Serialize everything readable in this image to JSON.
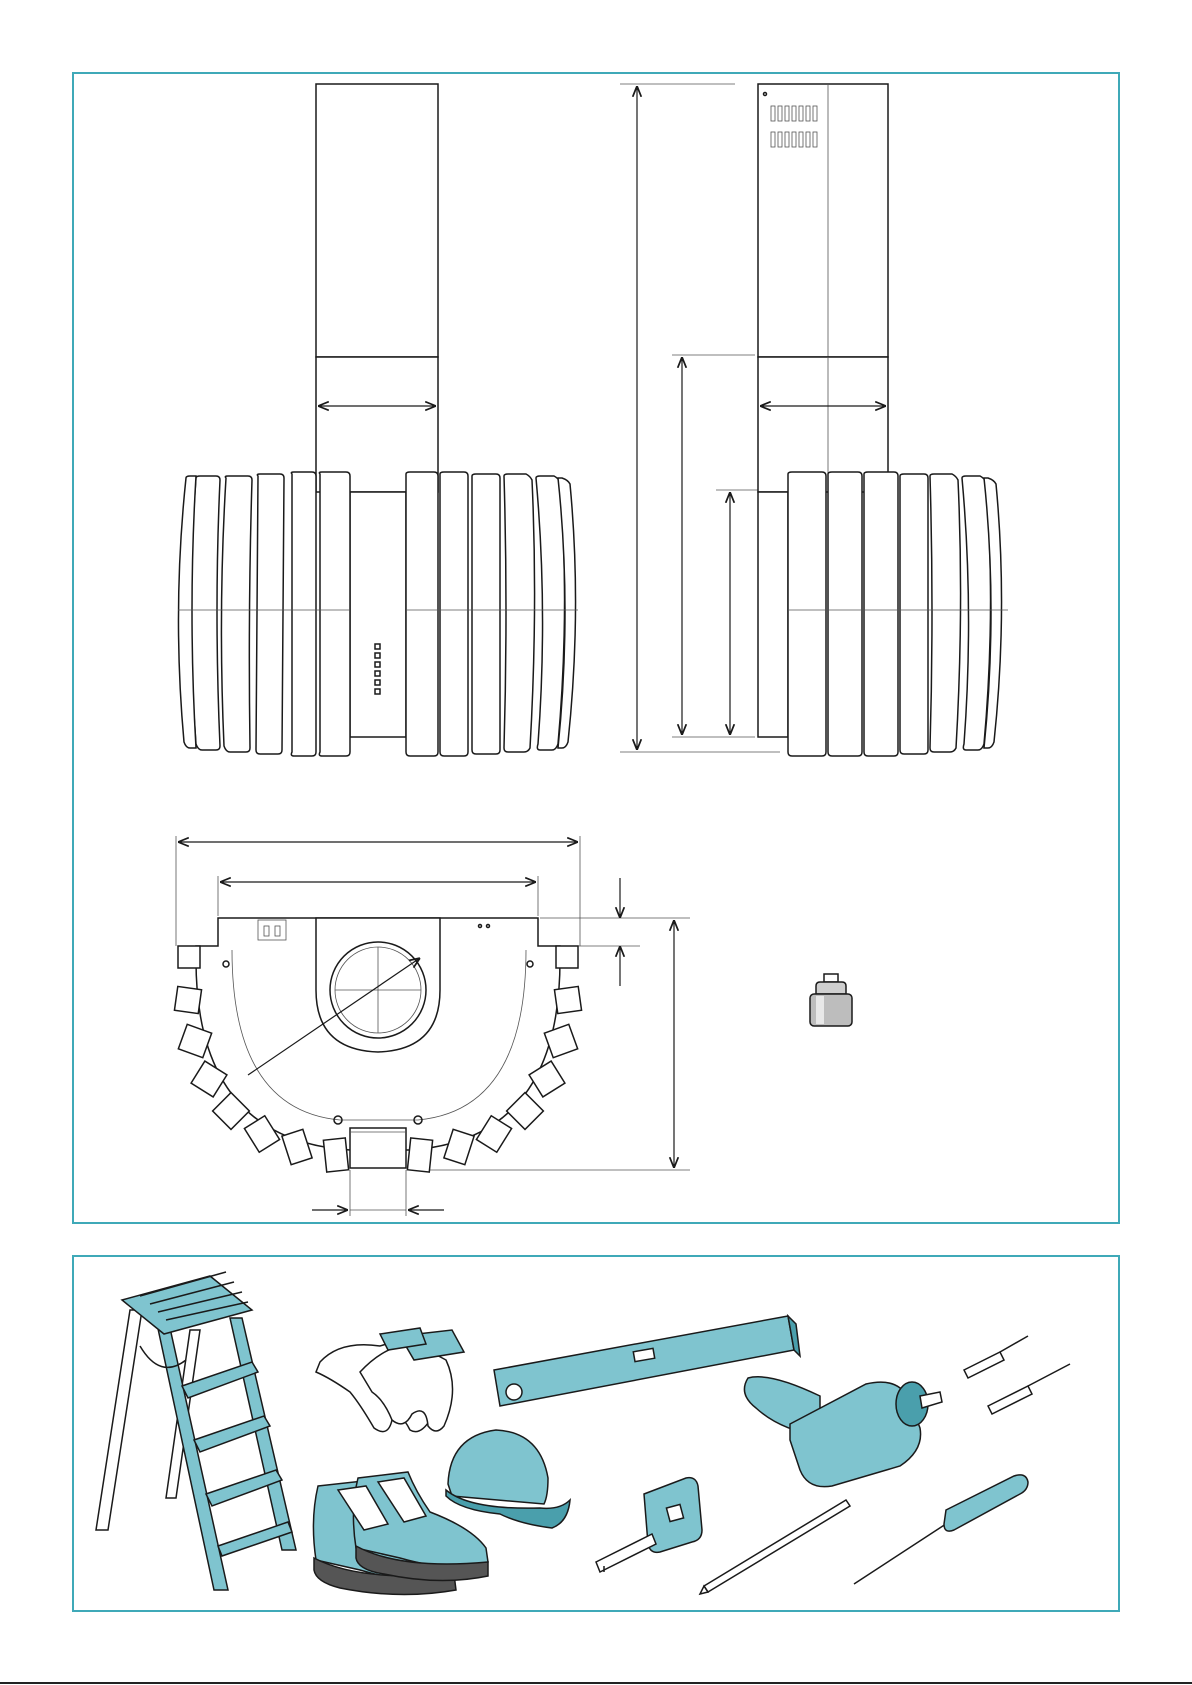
{
  "colors": {
    "panel_border": "#3fa9b8",
    "tool_fill": "#7fc4cf",
    "tool_dark": "#4a9fac",
    "line": "#1a1a1a"
  },
  "panels": {
    "dimensions": {
      "views": [
        "front-view",
        "side-view",
        "top-view",
        "weight-icon"
      ]
    },
    "tools": {
      "items": [
        "ladder-icon",
        "gloves-icon",
        "boots-icon",
        "hard-hat-icon",
        "spirit-level-icon",
        "tape-measure-icon",
        "pencil-icon",
        "drill-icon",
        "drill-bits-icon",
        "screwdriver-icon"
      ]
    }
  }
}
